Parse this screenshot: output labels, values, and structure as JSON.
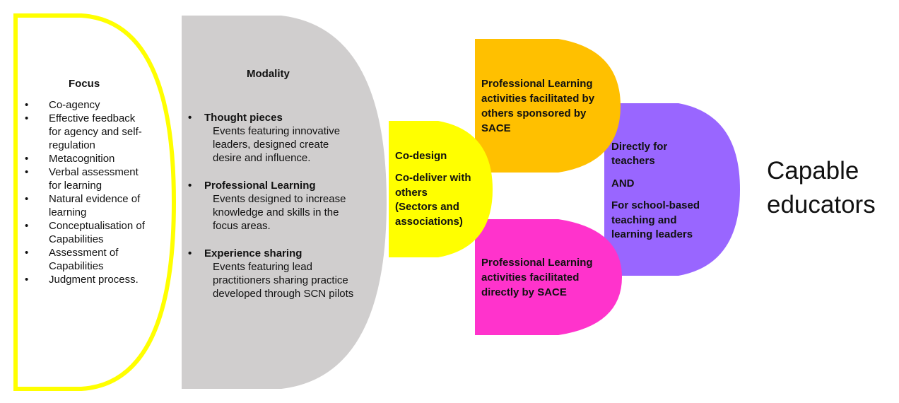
{
  "focus": {
    "title": "Focus",
    "items": [
      "Co-agency",
      "Effective feedback for agency and self-regulation",
      "Metacognition",
      "Verbal assessment for learning",
      "Natural evidence of learning",
      "Conceptualisation of Capabilities",
      "Assessment of Capabilities",
      "Judgment process."
    ],
    "border_color": "#FFFF00"
  },
  "modality": {
    "title": "Modality",
    "items": [
      {
        "heading": "Thought pieces",
        "description": "Events featuring innovative leaders, designed create desire and influence."
      },
      {
        "heading": "Professional Learning",
        "description": "Events designed to increase knowledge and skills in the focus areas."
      },
      {
        "heading": "Experience sharing",
        "description": "Events featuring lead practitioners sharing practice developed through SCN pilots"
      }
    ],
    "fill_color": "#D0CECE"
  },
  "codesign": {
    "line1": "Co-design",
    "line2": "Co-deliver with others (Sectors and associations)",
    "fill_color": "#FFFF00"
  },
  "sponsored": {
    "text": "Professional Learning activities facilitated by others sponsored by SACE",
    "fill_color": "#FFC000"
  },
  "direct": {
    "text": "Professional Learning activities facilitated directly by SACE",
    "fill_color": "#FF33CC"
  },
  "audience": {
    "line1": "Directly for teachers",
    "line2": "AND",
    "line3": "For school-based teaching and learning leaders",
    "fill_color": "#9966FF"
  },
  "outcome": {
    "text": "Capable educators"
  }
}
